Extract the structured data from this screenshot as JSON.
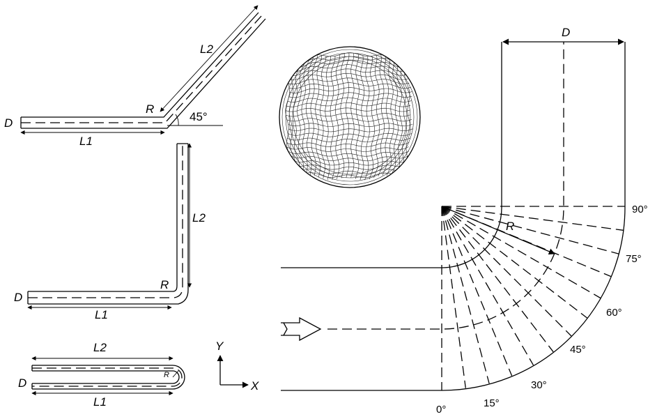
{
  "labels": {
    "diameter": "D",
    "length_1": "L1",
    "length_2": "L2",
    "radius": "R",
    "axis_x": "X",
    "axis_y": "Y"
  },
  "angles": [
    "0°",
    "15°",
    "30°",
    "45°",
    "60°",
    "75°",
    "90°"
  ],
  "bend_angle_label": "45°"
}
